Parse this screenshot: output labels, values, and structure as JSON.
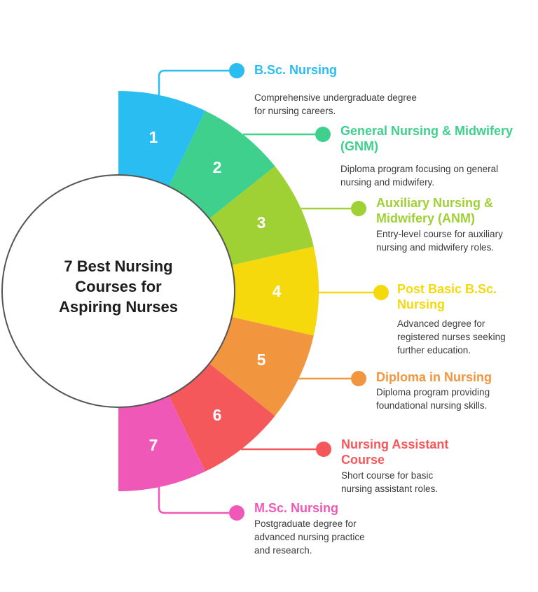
{
  "page": {
    "background": "#ffffff"
  },
  "center": {
    "title": "7 Best Nursing\nCourses for\nAspiring Nurses",
    "title_color": "#1d1d1d",
    "circle_fill": "#ffffff",
    "circle_border": "#555555"
  },
  "ui": {
    "description_color": "#3b3b3b",
    "number_color": "#ffffff"
  },
  "courses": [
    {
      "number": "1",
      "name": "B.Sc. Nursing",
      "description": "Comprehensive undergraduate degree\nfor nursing careers.",
      "color": "#29bdf2"
    },
    {
      "number": "2",
      "name": "General Nursing & Midwifery\n(GNM)",
      "description": "Diploma program focusing on general\nnursing and midwifery.",
      "color": "#3ed08c"
    },
    {
      "number": "3",
      "name": "Auxiliary Nursing &\nMidwifery (ANM)",
      "description": "Entry-level course for auxiliary\nnursing and midwifery roles.",
      "color": "#9fd135"
    },
    {
      "number": "4",
      "name": "Post Basic B.Sc.\nNursing",
      "description": "Advanced degree for\nregistered nurses seeking\nfurther education.",
      "color": "#f5d90d"
    },
    {
      "number": "5",
      "name": "Diploma in Nursing",
      "description": "Diploma program providing\nfoundational nursing skills.",
      "color": "#f2953f"
    },
    {
      "number": "6",
      "name": "Nursing Assistant\nCourse",
      "description": "Short course for basic\nnursing assistant roles.",
      "color": "#f4585b"
    },
    {
      "number": "7",
      "name": "M.Sc. Nursing",
      "description": "Postgraduate degree for\nadvanced nursing practice\nand research.",
      "color": "#f058b8"
    }
  ]
}
